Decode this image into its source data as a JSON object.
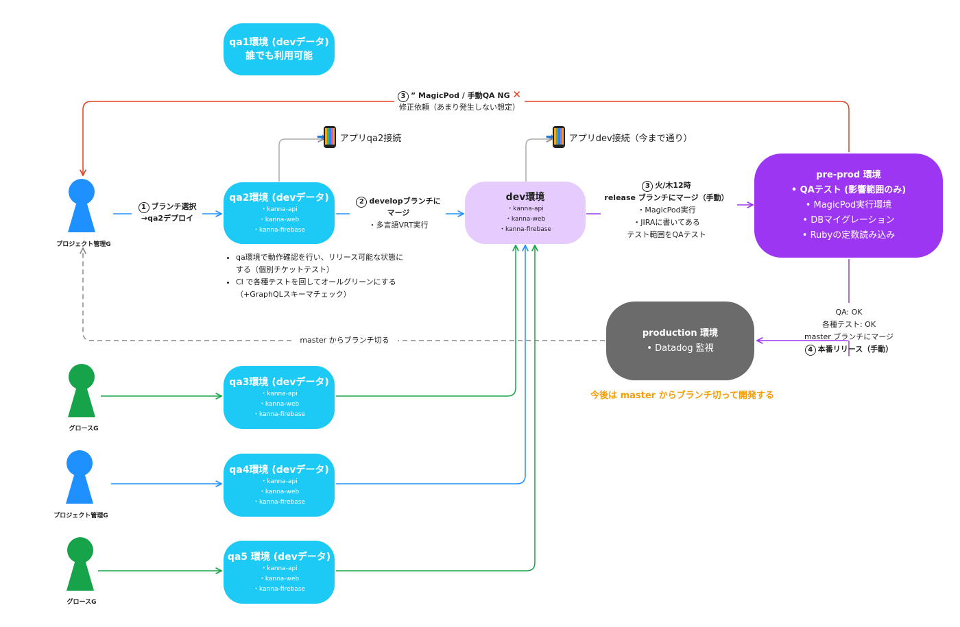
{
  "nodes": {
    "qa1": {
      "title": "qa1環境 (devデータ)",
      "subtitle": "誰でも利用可能"
    },
    "qa2": {
      "title": "qa2環境 (devデータ)",
      "items": [
        "・kanna-api",
        "・kanna-web",
        "・kanna-firebase"
      ]
    },
    "qa3": {
      "title": "qa3環境 (devデータ)",
      "items": [
        "・kanna-api",
        "・kanna-web",
        "・kanna-firebase"
      ]
    },
    "qa4": {
      "title": "qa4環境 (devデータ)",
      "items": [
        "・kanna-api",
        "・kanna-web",
        "・kanna-firebase"
      ]
    },
    "qa5": {
      "title": "qa5 環境 (devデータ)",
      "items": [
        "・kanna-api",
        "・kanna-web",
        "・kanna-firebase"
      ]
    },
    "dev": {
      "title": "dev環境",
      "items": [
        "・kanna-api",
        "・kanna-web",
        "・kanna-firebase"
      ]
    },
    "preprod": {
      "title": "pre-prod 環境",
      "items": [
        "•  QAテスト (影響範囲のみ)",
        "•  MagicPod実行環境",
        "•  DBマイグレーション",
        "•  Rubyの定数読み込み"
      ]
    },
    "production": {
      "title": "production 環境",
      "items": [
        "•  Datadog 監視"
      ]
    }
  },
  "people": {
    "pm1": {
      "label": "プロジェクト管理G",
      "color": "#1e90ff"
    },
    "growth1": {
      "label": "グロースG",
      "color": "#16a34a"
    },
    "pm2": {
      "label": "プロジェクト管理G",
      "color": "#1e90ff"
    },
    "growth2": {
      "label": "グロースG",
      "color": "#16a34a"
    }
  },
  "labels": {
    "step1_num": "1",
    "step1_a": "ブランチ選択",
    "step1_b": "→qa2デプロイ",
    "step2_num": "2",
    "step2_a": "developブランチに",
    "step2_b": "マージ",
    "step2_c": "・多言語VRT実行",
    "step3_num": "3",
    "step3_a": "火/木12時",
    "step3_b": "release ブランチにマージ（手動）",
    "step3_c": "・MagicPod実行",
    "step3_d": "・JIRAに書いてある",
    "step3_e": "テスト範囲をQAテスト",
    "step3ng_num": "3",
    "step3ng_a": "” MagicPod / 手動QA NG",
    "step3ng_mark": "✕",
    "step3ng_b": "修正依頼（あまり発生しない想定）",
    "step4_a": "QA: OK",
    "step4_b": "各種テスト: OK",
    "step4_c": "master ブランチにマージ",
    "step4_num": "4",
    "step4_d": "本番リリース（手動）",
    "master_branch": "master からブランチ切る",
    "future": "今後は master からブランチ切って開発する",
    "app_qa2": "アプリqa2接続",
    "app_dev": "アプリdev接続（今まで通り）"
  },
  "notes": [
    "qa環境で動作確認を行い、リリース可能な状態にする（個別チケットテスト）",
    "CI で各種テストを回してオールグリーンにする（+GraphQLスキーマチェック）"
  ],
  "colors": {
    "qa_env": "#1ccaf5",
    "dev_env": "#e6cbff",
    "preprod_env": "#9c36f2",
    "production_env": "#6b6b6b",
    "blue_line": "#1e90ff",
    "green_line": "#16a34a",
    "purple_line": "#9c36f2",
    "red_line": "#e53e1c",
    "gray_line": "#888888",
    "future_text": "#f59e0b"
  },
  "icons": {
    "phone": "mobile-phone-icon",
    "person": "person-icon",
    "ng": "cross-mark-icon"
  }
}
